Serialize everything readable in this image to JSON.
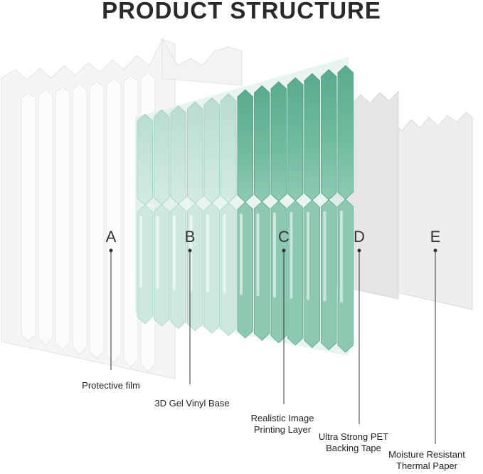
{
  "title": "PRODUCT STRUCTURE",
  "layers": [
    {
      "id": "A",
      "caption_lines": [
        "Protective film"
      ]
    },
    {
      "id": "B",
      "caption_lines": [
        "3D Gel Vinyl Base"
      ]
    },
    {
      "id": "C",
      "caption_lines": [
        "Realistic Image",
        "Printing Layer"
      ]
    },
    {
      "id": "D",
      "caption_lines": [
        "Ultra Strong PET",
        "Backing Tape"
      ]
    },
    {
      "id": "E",
      "caption_lines": [
        "Moisture Resistant",
        "Thermal Paper"
      ]
    }
  ],
  "colors": {
    "tile_green": "#5fae92",
    "tile_green_light": "#a9d6c5",
    "film": "#f0f0f0",
    "backing": "#e4e4e4",
    "paper": "#efefef",
    "text": "#333333"
  }
}
